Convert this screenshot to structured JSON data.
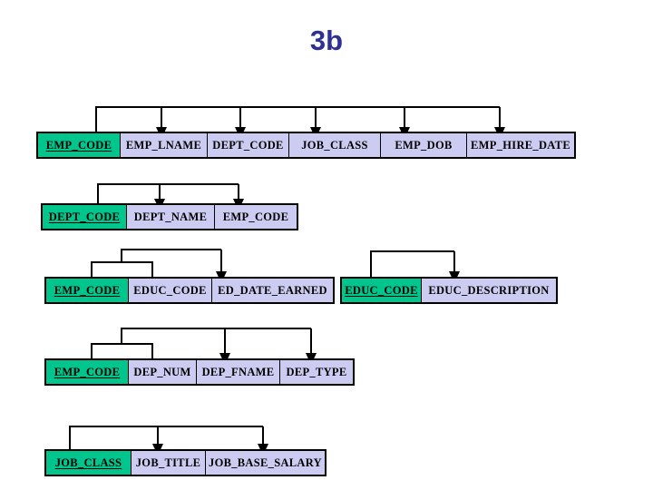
{
  "title": "3b",
  "colors": {
    "title_text": "#2e3192",
    "primary_key_fill": "#00c58c",
    "attribute_fill": "#ccccf2",
    "border": "#000000",
    "page_background": "#ffffff"
  },
  "diagram": {
    "kind": "functional-dependency-diagram",
    "relations": [
      {
        "id": "employee",
        "attributes": [
          {
            "label": "EMP_CODE",
            "is_key": true,
            "width": 91
          },
          {
            "label": "EMP_LNAME",
            "is_key": false,
            "width": 96
          },
          {
            "label": "DEPT_CODE",
            "is_key": false,
            "width": 90
          },
          {
            "label": "JOB_CLASS",
            "is_key": false,
            "width": 101
          },
          {
            "label": "EMP_DOB",
            "is_key": false,
            "width": 95
          },
          {
            "label": "EMP_HIRE_DATE",
            "is_key": false,
            "width": 118
          }
        ],
        "dependency_arrows": [
          "EMP_LNAME",
          "DEPT_CODE",
          "JOB_CLASS",
          "EMP_DOB",
          "EMP_HIRE_DATE"
        ],
        "composite_key": false
      },
      {
        "id": "department",
        "attributes": [
          {
            "label": "DEPT_CODE",
            "is_key": true,
            "width": 93
          },
          {
            "label": "DEPT_NAME",
            "is_key": false,
            "width": 97
          },
          {
            "label": "EMP_CODE",
            "is_key": false,
            "width": 90
          }
        ],
        "dependency_arrows": [
          "DEPT_NAME",
          "EMP_CODE"
        ],
        "composite_key": false
      },
      {
        "id": "employee-education",
        "attributes": [
          {
            "label": "EMP_CODE",
            "is_key": true,
            "width": 91
          },
          {
            "label": "EDUC_CODE",
            "is_key": true,
            "width": 92
          },
          {
            "label": "ED_DATE_EARNED",
            "is_key": false,
            "width": 133
          }
        ],
        "dependency_arrows": [
          "ED_DATE_EARNED"
        ],
        "composite_key": true
      },
      {
        "id": "education",
        "attributes": [
          {
            "label": "EDUC_CODE",
            "is_key": true,
            "width": 88
          },
          {
            "label": "EDUC_DESCRIPTION",
            "is_key": false,
            "width": 148
          }
        ],
        "dependency_arrows": [
          "EDUC_DESCRIPTION"
        ],
        "composite_key": false
      },
      {
        "id": "dependent",
        "attributes": [
          {
            "label": "EMP_CODE",
            "is_key": true,
            "width": 91
          },
          {
            "label": "DEP_NUM",
            "is_key": true,
            "width": 75
          },
          {
            "label": "DEP_FNAME",
            "is_key": false,
            "width": 92
          },
          {
            "label": "DEP_TYPE",
            "is_key": false,
            "width": 80
          }
        ],
        "dependency_arrows": [
          "DEP_FNAME",
          "DEP_TYPE"
        ],
        "composite_key": true
      },
      {
        "id": "job",
        "attributes": [
          {
            "label": "JOB_CLASS",
            "is_key": true,
            "width": 94
          },
          {
            "label": "JOB_TITLE",
            "is_key": false,
            "width": 82
          },
          {
            "label": "JOB_BASE_SALARY",
            "is_key": false,
            "width": 131
          }
        ],
        "dependency_arrows": [
          "JOB_TITLE",
          "JOB_BASE_SALARY"
        ],
        "composite_key": false
      }
    ]
  }
}
